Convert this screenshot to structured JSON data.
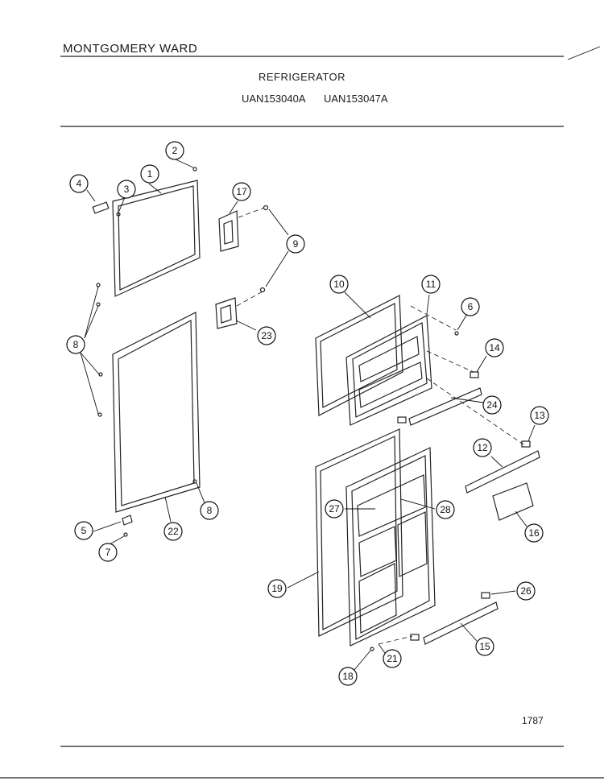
{
  "header": {
    "brand": "MONTGOMERY WARD",
    "title": "REFRIGERATOR",
    "models": [
      "UAN153040A",
      "UAN153047A"
    ]
  },
  "footer": {
    "page_number": "1787"
  },
  "callouts": [
    "1",
    "2",
    "3",
    "4",
    "5",
    "6",
    "7",
    "8",
    "9",
    "10",
    "11",
    "12",
    "13",
    "14",
    "15",
    "16",
    "17",
    "18",
    "19",
    "21",
    "22",
    "23",
    "24",
    "26",
    "27",
    "28"
  ]
}
